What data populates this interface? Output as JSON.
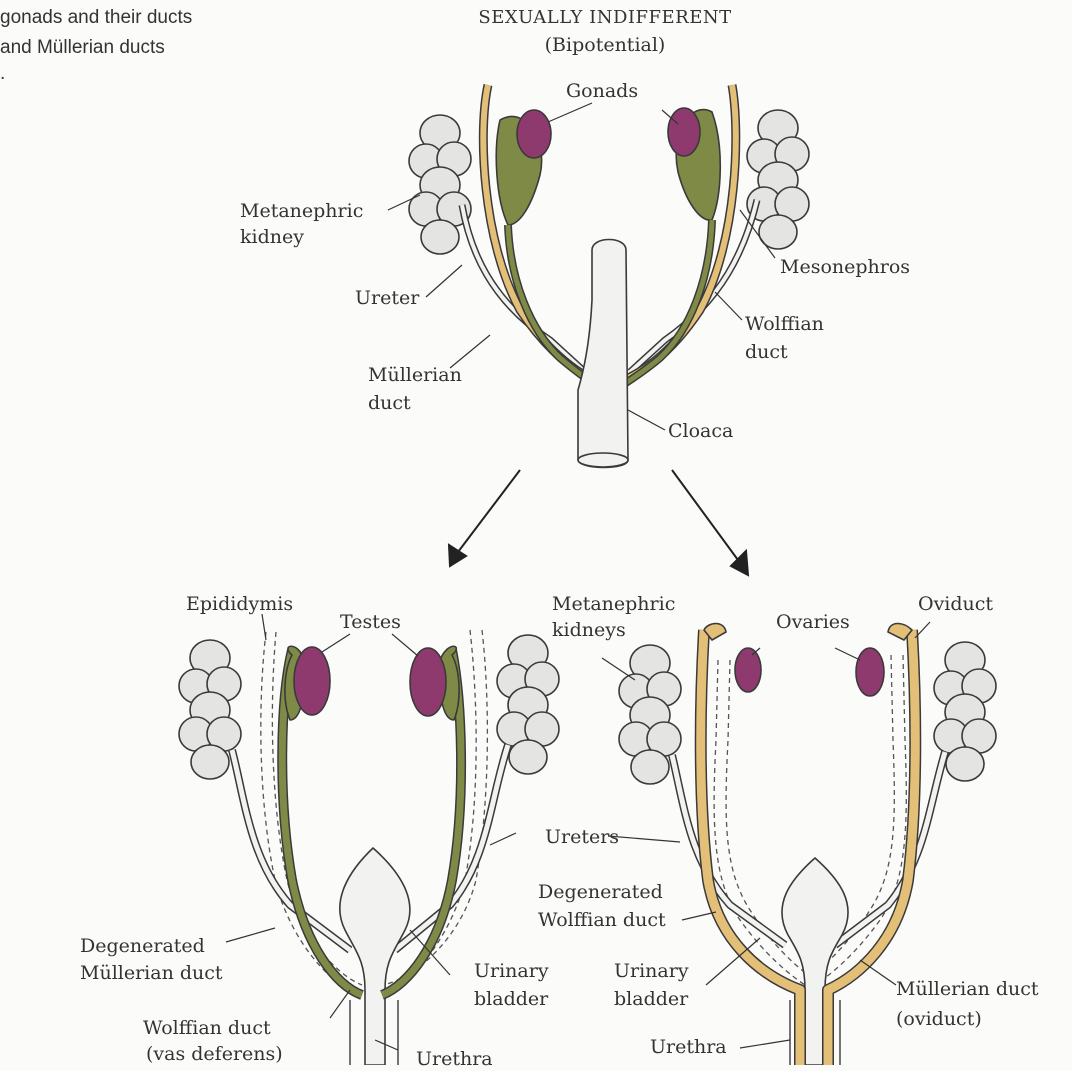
{
  "header": {
    "side_line_1": "gonads and their ducts",
    "side_line_2": "and Müllerian ducts",
    "side_mark": "."
  },
  "top": {
    "title": "SEXUALLY INDIFFERENT",
    "subtitle": "(Bipotential)",
    "labels": {
      "gonads": "Gonads",
      "metanephric_1": "Metanephric",
      "metanephric_2": "kidney",
      "ureter": "Ureter",
      "mesonephros": "Mesonephros",
      "wolffian_1": "Wolffian",
      "wolffian_2": "duct",
      "mullerian_1": "Müllerian",
      "mullerian_2": "duct",
      "cloaca": "Cloaca"
    }
  },
  "male": {
    "labels": {
      "epididymis": "Epididymis",
      "testes": "Testes",
      "degen_mullerian_1": "Degenerated",
      "degen_mullerian_2": "Müllerian duct",
      "urinary_bladder_1": "Urinary",
      "urinary_bladder_2": "bladder",
      "wolffian_1": "Wolffian duct",
      "wolffian_2": "(vas deferens)",
      "urethra": "Urethra"
    }
  },
  "shared": {
    "metanephric_kidneys_1": "Metanephric",
    "metanephric_kidneys_2": "kidneys",
    "ureters": "Ureters"
  },
  "female": {
    "labels": {
      "ovaries": "Ovaries",
      "oviduct": "Oviduct",
      "degen_wolffian_1": "Degenerated",
      "degen_wolffian_2": "Wolffian duct",
      "urinary_bladder_1": "Urinary",
      "urinary_bladder_2": "bladder",
      "mullerian_1": "Müllerian duct",
      "mullerian_2": "(oviduct)",
      "urethra": "Urethra"
    }
  },
  "colors": {
    "gonad": "#8e3a6e",
    "wolffian": "#7f8a46",
    "mullerian": "#e3bf78",
    "kidney": "#e4e4e2",
    "outline": "#3a3a3a"
  }
}
